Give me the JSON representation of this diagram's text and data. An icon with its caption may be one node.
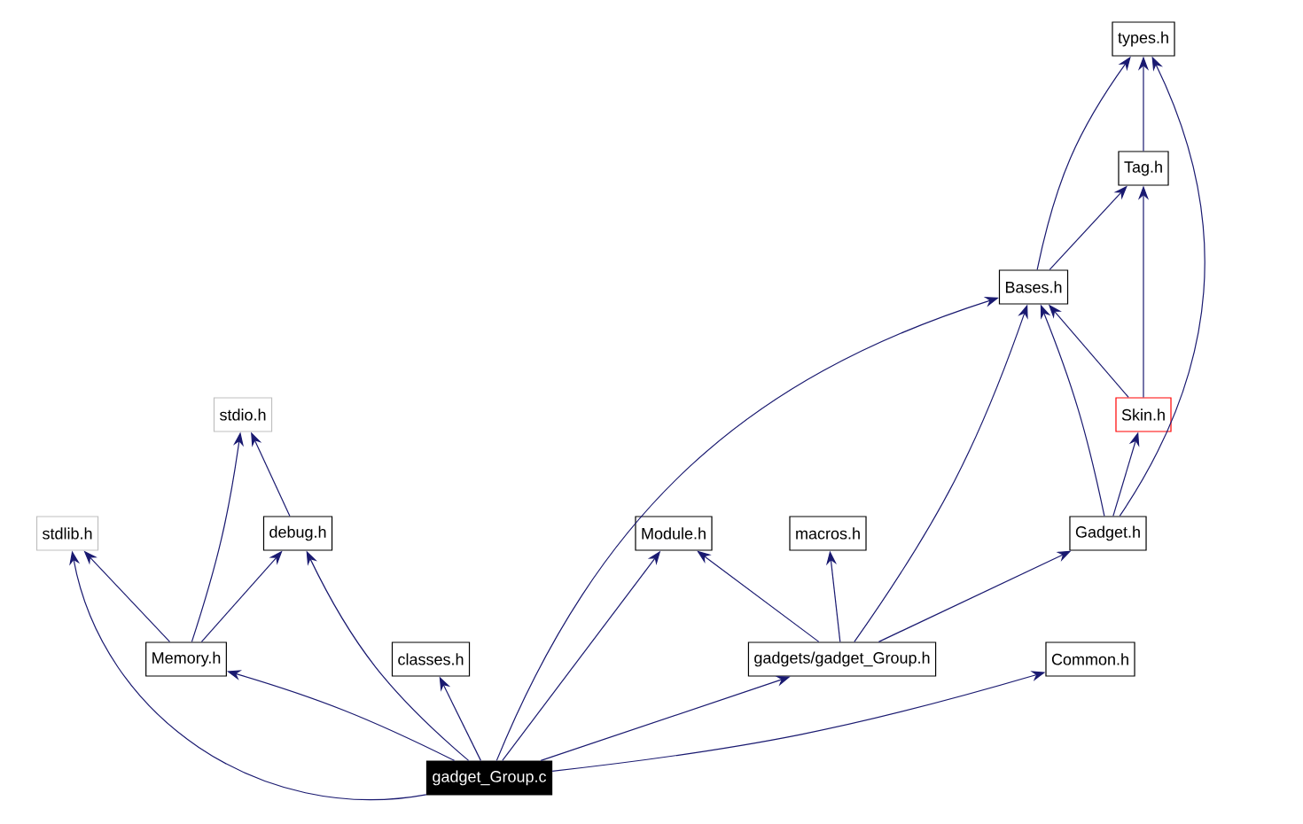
{
  "diagram": {
    "nodes": [
      {
        "text": [
          "types.h"
        ]
      },
      {
        "text": [
          "Tag.h"
        ]
      },
      {
        "text": [
          "Bases.h"
        ]
      },
      {
        "text": [
          "stdio.h"
        ]
      },
      {
        "text": [
          "Skin.h"
        ]
      },
      {
        "text": [
          "stdlib.h"
        ]
      },
      {
        "text": [
          "debug.h"
        ]
      },
      {
        "text": [
          "Module.h"
        ]
      },
      {
        "text": [
          "macros.h"
        ]
      },
      {
        "text": [
          "Gadget.h"
        ]
      },
      {
        "text": [
          "Memory.h"
        ]
      },
      {
        "text": [
          "classes.h"
        ]
      },
      {
        "text": [
          "gadgets/gadget_Group.h"
        ]
      },
      {
        "text": [
          "Common.h"
        ]
      },
      {
        "text": [
          "gadget_Group.c"
        ]
      }
    ],
    "edges": [
      {
        "from": 14,
        "to": 5,
        "arrow": "to"
      },
      {
        "from": 14,
        "to": 10,
        "arrow": "to"
      },
      {
        "from": 14,
        "to": 6,
        "arrow": "to"
      },
      {
        "from": 14,
        "to": 11,
        "arrow": "to"
      },
      {
        "from": 14,
        "to": 2,
        "arrow": "to"
      },
      {
        "from": 14,
        "to": 7,
        "arrow": "to"
      },
      {
        "from": 14,
        "to": 12,
        "arrow": "to"
      },
      {
        "from": 14,
        "to": 13,
        "arrow": "to"
      },
      {
        "from": 10,
        "to": 5,
        "arrow": "to"
      },
      {
        "from": 10,
        "to": 3,
        "arrow": "to"
      },
      {
        "from": 10,
        "to": 6,
        "arrow": "to"
      },
      {
        "from": 6,
        "to": 3,
        "arrow": "to"
      },
      {
        "from": 12,
        "to": 7,
        "arrow": "to"
      },
      {
        "from": 12,
        "to": 8,
        "arrow": "to"
      },
      {
        "from": 12,
        "to": 2,
        "arrow": "to"
      },
      {
        "from": 12,
        "to": 9,
        "arrow": "to"
      },
      {
        "from": 9,
        "to": 4,
        "arrow": "to"
      },
      {
        "from": 9,
        "to": 2,
        "arrow": "to"
      },
      {
        "from": 9,
        "to": 0,
        "arrow": "to"
      },
      {
        "from": 4,
        "to": 1,
        "arrow": "to"
      },
      {
        "from": 4,
        "to": 2,
        "arrow": "to"
      },
      {
        "from": 2,
        "to": 1,
        "arrow": "to"
      },
      {
        "from": 2,
        "to": 0,
        "arrow": "to"
      },
      {
        "from": 1,
        "to": 0,
        "arrow": "to"
      }
    ]
  }
}
